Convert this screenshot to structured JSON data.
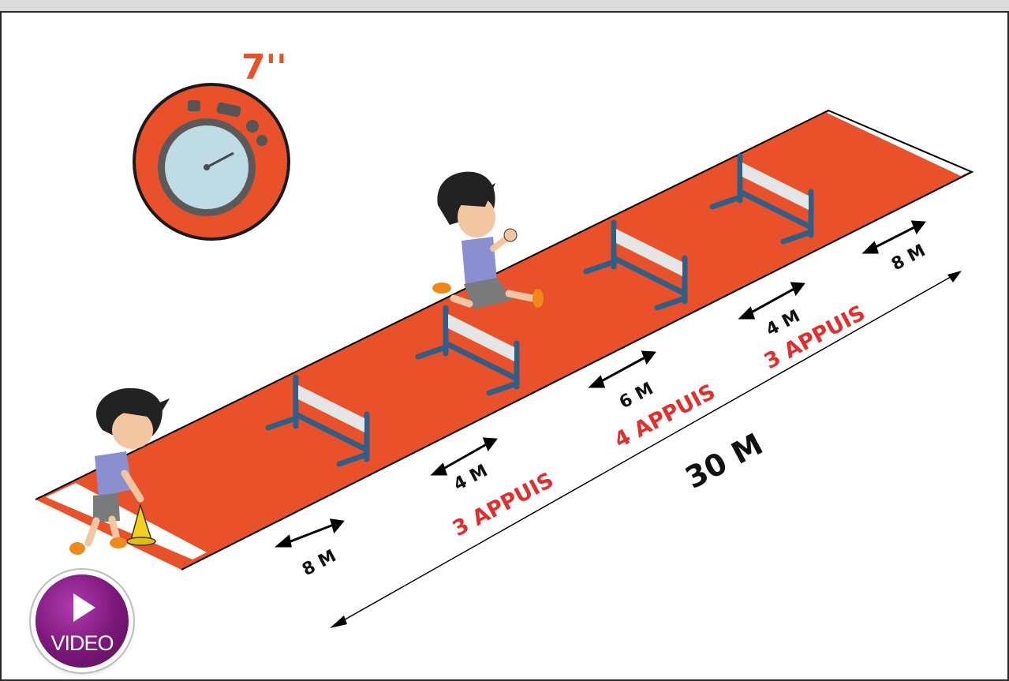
{
  "timer": {
    "label": "7''"
  },
  "track": {
    "total_distance": "30 M",
    "segments": {
      "start_gap": "8 M",
      "gap_1": "4 M",
      "gap_2": "6 M",
      "gap_3": "4 M",
      "end_gap": "8 M"
    },
    "strides": {
      "stride_1": "3 APPUIS",
      "stride_2": "4 APPUIS",
      "stride_3": "3 APPUIS"
    }
  },
  "video_button": {
    "label": "VIDEO"
  },
  "colors": {
    "track": "#e8512a",
    "hurdle": "#2f5f86",
    "stride_text": "#e0302e",
    "video": "#7a1778"
  }
}
